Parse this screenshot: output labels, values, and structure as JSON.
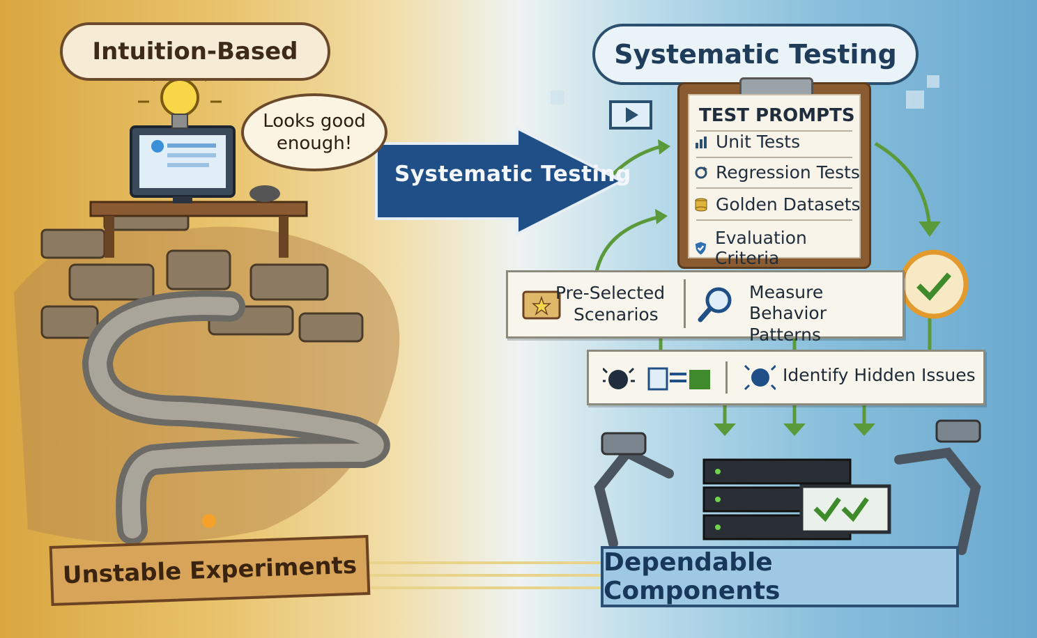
{
  "left_cloud": {
    "text": "Intuition-Based"
  },
  "right_cloud": {
    "text": "Systematic Testing"
  },
  "speech_bubble": {
    "line1": "Looks good",
    "line2": "enough!"
  },
  "arrow": {
    "text": "Systematic Testing"
  },
  "clipboard": {
    "title": "TEST PROMPTS",
    "items": [
      {
        "label": "Unit Tests",
        "icon": "bar-chart-icon"
      },
      {
        "label": "Regression Tests",
        "icon": "loop-icon"
      },
      {
        "label": "Golden Datasets",
        "icon": "database-icon"
      },
      {
        "label": "Evaluation Criteria",
        "icon": "shield-check-icon"
      }
    ]
  },
  "middle_band": {
    "item1_line1": "Pre-Selected",
    "item1_line2": "Scenarios",
    "item2_line1": "Measure",
    "item2_line2": "Behavior Patterns"
  },
  "lower_band": {
    "text": "Identify Hidden Issues"
  },
  "left_banner": {
    "text": "Unstable Experiments"
  },
  "right_banner": {
    "text": "Dependable Components"
  },
  "colors": {
    "warm": "#d9a640",
    "cool": "#6aa8cf",
    "arrow_blue": "#1f4f86",
    "flow_green": "#5a9a3a",
    "check_orange": "#e39a2d"
  }
}
